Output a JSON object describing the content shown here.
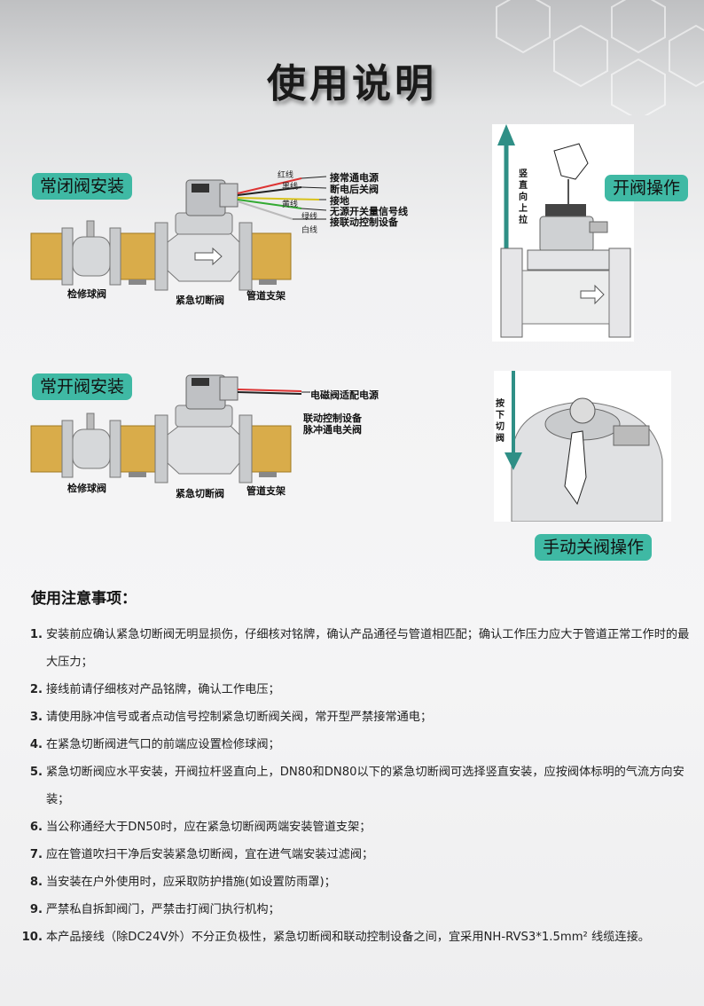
{
  "title": "使用说明",
  "sections": {
    "normally_closed": "常闭阀安装",
    "normally_open": "常开阀安装",
    "open_operation": "开阀操作",
    "manual_close": "手动关阀操作"
  },
  "diagram_closed": {
    "ball_valve": "检修球阀",
    "cutoff_valve": "紧急切断阀",
    "pipe_support": "管道支架",
    "wires": [
      "红线",
      "黑线",
      "黄线",
      "绿线",
      "白线"
    ],
    "connections": [
      "接常通电源",
      "断电后关阀",
      "接地",
      "无源开关量信号线",
      "接联动控制设备"
    ]
  },
  "diagram_open": {
    "ball_valve": "检修球阀",
    "cutoff_valve": "紧急切断阀",
    "pipe_support": "管道支架",
    "power": "电磁阀适配电源",
    "linkage_1": "联动控制设备",
    "linkage_2": "脉冲通电关阀"
  },
  "open_diagram_text": "竖直向上拉",
  "close_diagram_text": "按下切阀",
  "notes_heading": "使用注意事项：",
  "notes": [
    {
      "num": "1.",
      "text": "安装前应确认紧急切断阀无明显损伤，仔细核对铭牌，确认产品通径与管道相匹配；确认工作压力应大于管道正常工作时的最大压力；"
    },
    {
      "num": "2.",
      "text": "接线前请仔细核对产品铭牌，确认工作电压；"
    },
    {
      "num": "3.",
      "text": "请使用脉冲信号或者点动信号控制紧急切断阀关阀，常开型严禁接常通电；"
    },
    {
      "num": "4.",
      "text": "在紧急切断阀进气口的前端应设置检修球阀；"
    },
    {
      "num": "5.",
      "text": "紧急切断阀应水平安装，开阀拉杆竖直向上，DN80和DN80以下的紧急切断阀可选择竖直安装，应按阀体标明的气流方向安装；"
    },
    {
      "num": "6.",
      "text": "当公称通经大于DN50时，应在紧急切断阀两端安装管道支架；"
    },
    {
      "num": "7.",
      "text": "应在管道吹扫干净后安装紧急切断阀，宜在进气端安装过滤阀；"
    },
    {
      "num": "8.",
      "text": "当安装在户外使用时，应采取防护措施(如设置防雨罩)；"
    },
    {
      "num": "9.",
      "text": "严禁私自拆卸阀门，严禁击打阀门执行机构；"
    },
    {
      "num": "10.",
      "text": "本产品接线（除DC24V外）不分正负极性，紧急切断阀和联动控制设备之间，宜采用NH-RVS3*1.5mm² 线缆连接。"
    }
  ]
}
